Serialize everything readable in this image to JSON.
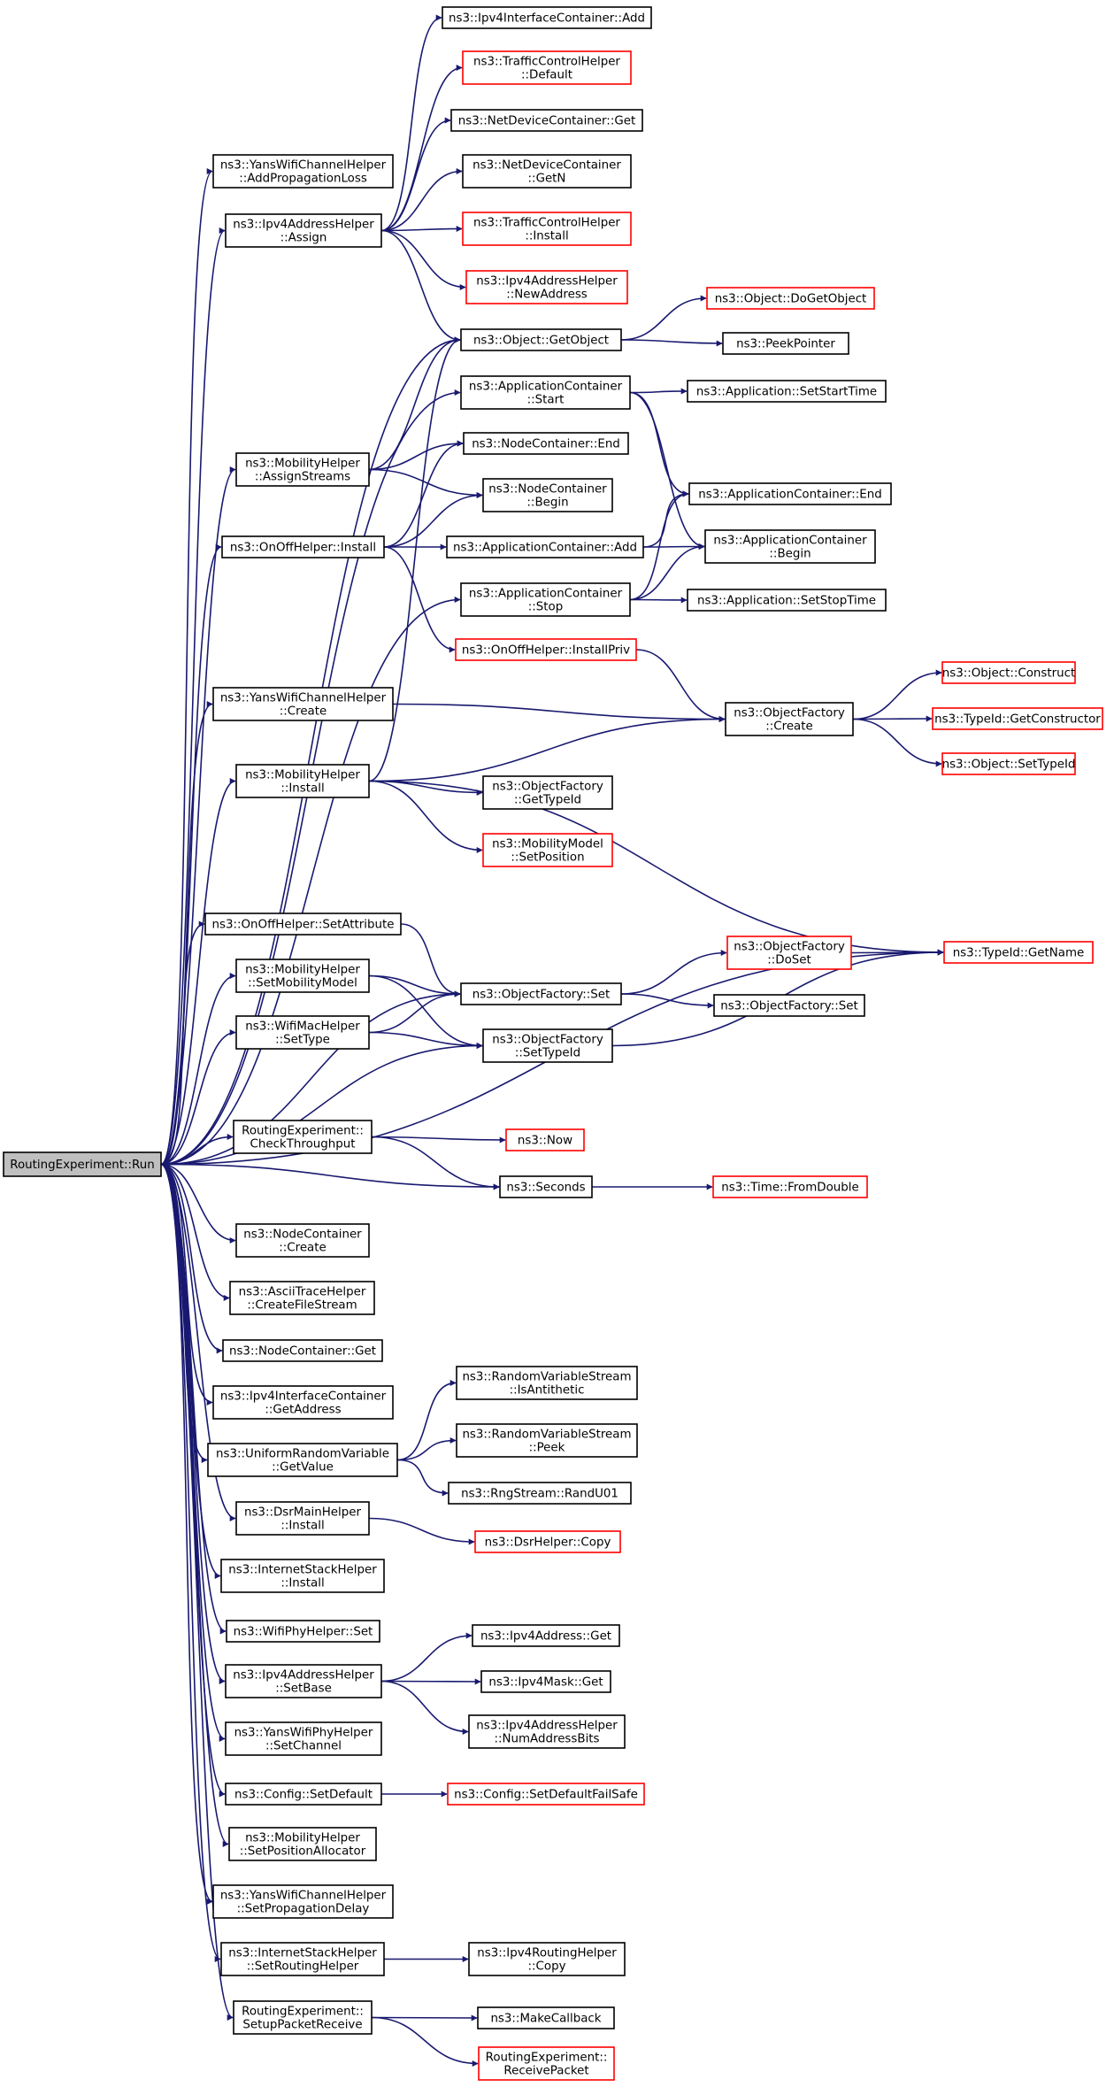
{
  "colors": {
    "edge": "#191970",
    "black_border": "#000000",
    "red_border": "#ff0000",
    "root_fill": "#bfbfbf"
  },
  "nodes": [
    {
      "id": "run",
      "lines": [
        "RoutingExperiment::Run"
      ],
      "style": "root"
    },
    {
      "id": "ywch_apl",
      "lines": [
        "ns3::YansWifiChannelHelper",
        "::AddPropagationLoss"
      ],
      "style": "black"
    },
    {
      "id": "ipv4ah_assign",
      "lines": [
        "ns3::Ipv4AddressHelper",
        "::Assign"
      ],
      "style": "black"
    },
    {
      "id": "mob_as",
      "lines": [
        "ns3::MobilityHelper",
        "::AssignStreams"
      ],
      "style": "black"
    },
    {
      "id": "onoff_install",
      "lines": [
        "ns3::OnOffHelper::Install"
      ],
      "style": "black"
    },
    {
      "id": "ywch_create",
      "lines": [
        "ns3::YansWifiChannelHelper",
        "::Create"
      ],
      "style": "black"
    },
    {
      "id": "mob_install",
      "lines": [
        "ns3::MobilityHelper",
        "::Install"
      ],
      "style": "black"
    },
    {
      "id": "onoff_setattr",
      "lines": [
        "ns3::OnOffHelper::SetAttribute"
      ],
      "style": "black"
    },
    {
      "id": "mob_setmm",
      "lines": [
        "ns3::MobilityHelper",
        "::SetMobilityModel"
      ],
      "style": "black"
    },
    {
      "id": "wifimac_settype",
      "lines": [
        "ns3::WifiMacHelper",
        "::SetType"
      ],
      "style": "black"
    },
    {
      "id": "re_ct",
      "lines": [
        "RoutingExperiment::",
        "CheckThroughput"
      ],
      "style": "black"
    },
    {
      "id": "nc_create",
      "lines": [
        "ns3::NodeContainer",
        "::Create"
      ],
      "style": "black"
    },
    {
      "id": "ascii",
      "lines": [
        "ns3::AsciiTraceHelper",
        "::CreateFileStream"
      ],
      "style": "black"
    },
    {
      "id": "nc_get",
      "lines": [
        "ns3::NodeContainer::Get"
      ],
      "style": "black"
    },
    {
      "id": "ipv4ic_getaddr",
      "lines": [
        "ns3::Ipv4InterfaceContainer",
        "::GetAddress"
      ],
      "style": "black"
    },
    {
      "id": "urv_getvalue",
      "lines": [
        "ns3::UniformRandomVariable",
        "::GetValue"
      ],
      "style": "black"
    },
    {
      "id": "dsrmain_install",
      "lines": [
        "ns3::DsrMainHelper",
        "::Install"
      ],
      "style": "black"
    },
    {
      "id": "ish_install",
      "lines": [
        "ns3::InternetStackHelper",
        "::Install"
      ],
      "style": "black"
    },
    {
      "id": "wifiphy_set",
      "lines": [
        "ns3::WifiPhyHelper::Set"
      ],
      "style": "black"
    },
    {
      "id": "ipv4ah_setbase",
      "lines": [
        "ns3::Ipv4AddressHelper",
        "::SetBase"
      ],
      "style": "black"
    },
    {
      "id": "ywph_setchannel",
      "lines": [
        "ns3::YansWifiPhyHelper",
        "::SetChannel"
      ],
      "style": "black"
    },
    {
      "id": "config_setdefault",
      "lines": [
        "ns3::Config::SetDefault"
      ],
      "style": "black"
    },
    {
      "id": "mob_setpa",
      "lines": [
        "ns3::MobilityHelper",
        "::SetPositionAllocator"
      ],
      "style": "black"
    },
    {
      "id": "ywch_setpd",
      "lines": [
        "ns3::YansWifiChannelHelper",
        "::SetPropagationDelay"
      ],
      "style": "black"
    },
    {
      "id": "ish_setrh",
      "lines": [
        "ns3::InternetStackHelper",
        "::SetRoutingHelper"
      ],
      "style": "black"
    },
    {
      "id": "re_spr",
      "lines": [
        "RoutingExperiment::",
        "SetupPacketReceive"
      ],
      "style": "black"
    },
    {
      "id": "ipv4ic_add",
      "lines": [
        "ns3::Ipv4InterfaceContainer::Add"
      ],
      "style": "black"
    },
    {
      "id": "tch_default",
      "lines": [
        "ns3::TrafficControlHelper",
        "::Default"
      ],
      "style": "red"
    },
    {
      "id": "ndc_get",
      "lines": [
        "ns3::NetDeviceContainer::Get"
      ],
      "style": "black"
    },
    {
      "id": "ndc_getn",
      "lines": [
        "ns3::NetDeviceContainer",
        "::GetN"
      ],
      "style": "black"
    },
    {
      "id": "tch_install",
      "lines": [
        "ns3::TrafficControlHelper",
        "::Install"
      ],
      "style": "red"
    },
    {
      "id": "ipv4ah_newaddr",
      "lines": [
        "ns3::Ipv4AddressHelper",
        "::NewAddress"
      ],
      "style": "red"
    },
    {
      "id": "obj_getobject",
      "lines": [
        "ns3::Object::GetObject"
      ],
      "style": "black"
    },
    {
      "id": "ac_start",
      "lines": [
        "ns3::ApplicationContainer",
        "::Start"
      ],
      "style": "black"
    },
    {
      "id": "nc_end",
      "lines": [
        "ns3::NodeContainer::End"
      ],
      "style": "black"
    },
    {
      "id": "nc_begin",
      "lines": [
        "ns3::NodeContainer",
        "::Begin"
      ],
      "style": "black"
    },
    {
      "id": "ac_add",
      "lines": [
        "ns3::ApplicationContainer::Add"
      ],
      "style": "black"
    },
    {
      "id": "ac_stop",
      "lines": [
        "ns3::ApplicationContainer",
        "::Stop"
      ],
      "style": "black"
    },
    {
      "id": "onoff_installpriv",
      "lines": [
        "ns3::OnOffHelper::InstallPriv"
      ],
      "style": "red"
    },
    {
      "id": "of_gettypeid",
      "lines": [
        "ns3::ObjectFactory",
        "::GetTypeId"
      ],
      "style": "black"
    },
    {
      "id": "mm_setpos",
      "lines": [
        "ns3::MobilityModel",
        "::SetPosition"
      ],
      "style": "red"
    },
    {
      "id": "of_set",
      "lines": [
        "ns3::ObjectFactory::Set"
      ],
      "style": "black"
    },
    {
      "id": "of_settypeid",
      "lines": [
        "ns3::ObjectFactory",
        "::SetTypeId"
      ],
      "style": "black"
    },
    {
      "id": "ns3_now",
      "lines": [
        "ns3::Now"
      ],
      "style": "red"
    },
    {
      "id": "ns3_seconds",
      "lines": [
        "ns3::Seconds"
      ],
      "style": "black"
    },
    {
      "id": "rvs_isanti",
      "lines": [
        "ns3::RandomVariableStream",
        "::IsAntithetic"
      ],
      "style": "black"
    },
    {
      "id": "rvs_peek",
      "lines": [
        "ns3::RandomVariableStream",
        "::Peek"
      ],
      "style": "black"
    },
    {
      "id": "rng_randu01",
      "lines": [
        "ns3::RngStream::RandU01"
      ],
      "style": "black"
    },
    {
      "id": "dsrhelper_copy",
      "lines": [
        "ns3::DsrHelper::Copy"
      ],
      "style": "red"
    },
    {
      "id": "ipv4addr_get",
      "lines": [
        "ns3::Ipv4Address::Get"
      ],
      "style": "black"
    },
    {
      "id": "ipv4mask_get",
      "lines": [
        "ns3::Ipv4Mask::Get"
      ],
      "style": "black"
    },
    {
      "id": "ipv4ah_nab",
      "lines": [
        "ns3::Ipv4AddressHelper",
        "::NumAddressBits"
      ],
      "style": "black"
    },
    {
      "id": "config_sdfs",
      "lines": [
        "ns3::Config::SetDefaultFailSafe"
      ],
      "style": "red"
    },
    {
      "id": "ipv4rh_copy",
      "lines": [
        "ns3::Ipv4RoutingHelper",
        "::Copy"
      ],
      "style": "black"
    },
    {
      "id": "makecallback",
      "lines": [
        "ns3::MakeCallback"
      ],
      "style": "black"
    },
    {
      "id": "re_rp",
      "lines": [
        "RoutingExperiment::",
        "ReceivePacket"
      ],
      "style": "red"
    },
    {
      "id": "obj_dogetobject",
      "lines": [
        "ns3::Object::DoGetObject"
      ],
      "style": "red"
    },
    {
      "id": "peekpointer",
      "lines": [
        "ns3::PeekPointer"
      ],
      "style": "black"
    },
    {
      "id": "app_setstart",
      "lines": [
        "ns3::Application::SetStartTime"
      ],
      "style": "black"
    },
    {
      "id": "ac_end",
      "lines": [
        "ns3::ApplicationContainer::End"
      ],
      "style": "black"
    },
    {
      "id": "ac_begin",
      "lines": [
        "ns3::ApplicationContainer",
        "::Begin"
      ],
      "style": "black"
    },
    {
      "id": "app_setstop",
      "lines": [
        "ns3::Application::SetStopTime"
      ],
      "style": "black"
    },
    {
      "id": "of_create",
      "lines": [
        "ns3::ObjectFactory",
        "::Create"
      ],
      "style": "black"
    },
    {
      "id": "of_doset",
      "lines": [
        "ns3::ObjectFactory",
        "::DoSet"
      ],
      "style": "red"
    },
    {
      "id": "of_set2",
      "lines": [
        "ns3::ObjectFactory::Set"
      ],
      "style": "black"
    },
    {
      "id": "time_fromdouble",
      "lines": [
        "ns3::Time::FromDouble"
      ],
      "style": "red"
    },
    {
      "id": "obj_construct",
      "lines": [
        "ns3::Object::Construct"
      ],
      "style": "red"
    },
    {
      "id": "typeid_getctor",
      "lines": [
        "ns3::TypeId::GetConstructor"
      ],
      "style": "red"
    },
    {
      "id": "obj_settypeid",
      "lines": [
        "ns3::Object::SetTypeId"
      ],
      "style": "red"
    },
    {
      "id": "typeid_getname",
      "lines": [
        "ns3::TypeId::GetName"
      ],
      "style": "red"
    }
  ],
  "edges": [
    [
      "run",
      "ywch_apl"
    ],
    [
      "run",
      "ipv4ah_assign"
    ],
    [
      "run",
      "obj_getobject"
    ],
    [
      "run",
      "ac_start"
    ],
    [
      "run",
      "mob_as"
    ],
    [
      "run",
      "onoff_install"
    ],
    [
      "run",
      "ac_stop"
    ],
    [
      "run",
      "ywch_create"
    ],
    [
      "run",
      "mob_install"
    ],
    [
      "run",
      "typeid_getname"
    ],
    [
      "run",
      "of_set"
    ],
    [
      "run",
      "onoff_setattr"
    ],
    [
      "run",
      "mob_setmm"
    ],
    [
      "run",
      "wifimac_settype"
    ],
    [
      "run",
      "of_settypeid"
    ],
    [
      "run",
      "re_ct"
    ],
    [
      "run",
      "ns3_seconds"
    ],
    [
      "run",
      "nc_create"
    ],
    [
      "run",
      "ascii"
    ],
    [
      "run",
      "nc_get"
    ],
    [
      "run",
      "ipv4ic_getaddr"
    ],
    [
      "run",
      "urv_getvalue"
    ],
    [
      "run",
      "dsrmain_install"
    ],
    [
      "run",
      "ish_install"
    ],
    [
      "run",
      "wifiphy_set"
    ],
    [
      "run",
      "ipv4ah_setbase"
    ],
    [
      "run",
      "ywph_setchannel"
    ],
    [
      "run",
      "config_setdefault"
    ],
    [
      "run",
      "mob_setpa"
    ],
    [
      "run",
      "ywch_setpd"
    ],
    [
      "run",
      "ish_setrh"
    ],
    [
      "run",
      "re_spr"
    ],
    [
      "ipv4ah_assign",
      "ipv4ic_add"
    ],
    [
      "ipv4ah_assign",
      "tch_default"
    ],
    [
      "ipv4ah_assign",
      "ndc_get"
    ],
    [
      "ipv4ah_assign",
      "ndc_getn"
    ],
    [
      "ipv4ah_assign",
      "tch_install"
    ],
    [
      "ipv4ah_assign",
      "ipv4ah_newaddr"
    ],
    [
      "ipv4ah_assign",
      "obj_getobject"
    ],
    [
      "mob_as",
      "obj_getobject"
    ],
    [
      "mob_as",
      "nc_end"
    ],
    [
      "mob_as",
      "nc_begin"
    ],
    [
      "onoff_install",
      "nc_end"
    ],
    [
      "onoff_install",
      "nc_begin"
    ],
    [
      "onoff_install",
      "ac_add"
    ],
    [
      "onoff_install",
      "onoff_installpriv"
    ],
    [
      "ywch_create",
      "of_create"
    ],
    [
      "mob_install",
      "obj_getobject"
    ],
    [
      "mob_install",
      "of_create"
    ],
    [
      "mob_install",
      "of_gettypeid"
    ],
    [
      "mob_install",
      "mm_setpos"
    ],
    [
      "mob_install",
      "typeid_getname"
    ],
    [
      "onoff_setattr",
      "of_set"
    ],
    [
      "mob_setmm",
      "of_set"
    ],
    [
      "mob_setmm",
      "of_settypeid"
    ],
    [
      "wifimac_settype",
      "of_set"
    ],
    [
      "wifimac_settype",
      "of_settypeid"
    ],
    [
      "re_ct",
      "ns3_now"
    ],
    [
      "re_ct",
      "ns3_seconds"
    ],
    [
      "urv_getvalue",
      "rvs_isanti"
    ],
    [
      "urv_getvalue",
      "rvs_peek"
    ],
    [
      "urv_getvalue",
      "rng_randu01"
    ],
    [
      "dsrmain_install",
      "dsrhelper_copy"
    ],
    [
      "ipv4ah_setbase",
      "ipv4addr_get"
    ],
    [
      "ipv4ah_setbase",
      "ipv4mask_get"
    ],
    [
      "ipv4ah_setbase",
      "ipv4ah_nab"
    ],
    [
      "config_setdefault",
      "config_sdfs"
    ],
    [
      "ish_setrh",
      "ipv4rh_copy"
    ],
    [
      "re_spr",
      "makecallback"
    ],
    [
      "re_spr",
      "re_rp"
    ],
    [
      "obj_getobject",
      "obj_dogetobject"
    ],
    [
      "obj_getobject",
      "peekpointer"
    ],
    [
      "ac_start",
      "app_setstart"
    ],
    [
      "ac_start",
      "ac_end"
    ],
    [
      "ac_start",
      "ac_begin"
    ],
    [
      "ac_add",
      "ac_end"
    ],
    [
      "ac_add",
      "ac_begin"
    ],
    [
      "ac_stop",
      "ac_end"
    ],
    [
      "ac_stop",
      "ac_begin"
    ],
    [
      "ac_stop",
      "app_setstop"
    ],
    [
      "onoff_installpriv",
      "of_create"
    ],
    [
      "of_create",
      "obj_construct"
    ],
    [
      "of_create",
      "typeid_getctor"
    ],
    [
      "of_create",
      "obj_settypeid"
    ],
    [
      "of_set",
      "of_doset"
    ],
    [
      "of_set",
      "of_set2"
    ],
    [
      "of_doset",
      "typeid_getname"
    ],
    [
      "of_settypeid",
      "typeid_getname"
    ],
    [
      "ns3_seconds",
      "time_fromdouble"
    ]
  ]
}
